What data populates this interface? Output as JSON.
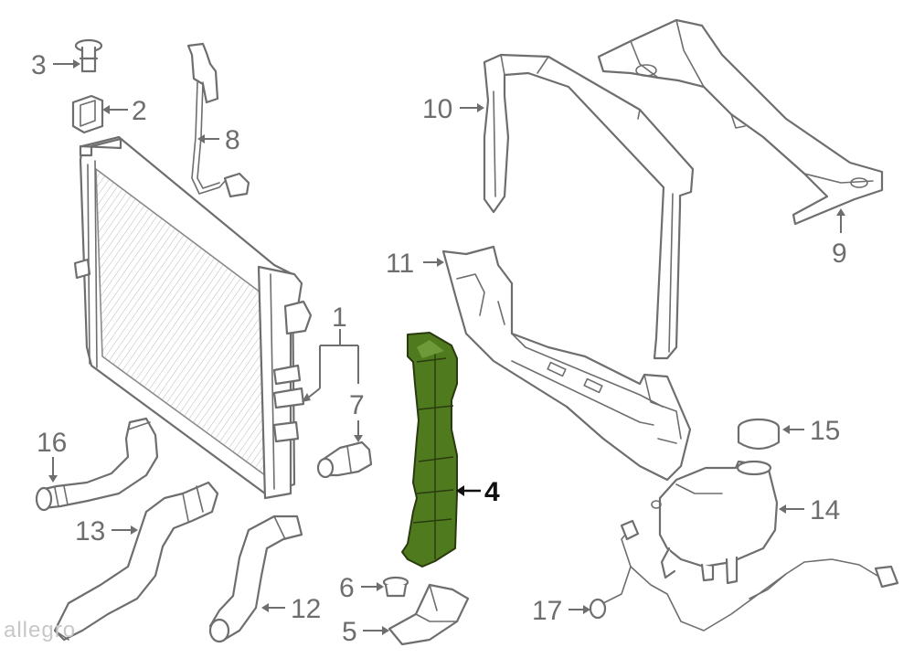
{
  "diagram": {
    "highlight_color": "#4f7a1e",
    "callouts": [
      {
        "id": "1",
        "label": "1"
      },
      {
        "id": "2",
        "label": "2"
      },
      {
        "id": "3",
        "label": "3"
      },
      {
        "id": "4",
        "label": "4"
      },
      {
        "id": "5",
        "label": "5"
      },
      {
        "id": "6",
        "label": "6"
      },
      {
        "id": "7",
        "label": "7"
      },
      {
        "id": "8",
        "label": "8"
      },
      {
        "id": "9",
        "label": "9"
      },
      {
        "id": "10",
        "label": "10"
      },
      {
        "id": "11",
        "label": "11"
      },
      {
        "id": "12",
        "label": "12"
      },
      {
        "id": "13",
        "label": "13"
      },
      {
        "id": "14",
        "label": "14"
      },
      {
        "id": "15",
        "label": "15"
      },
      {
        "id": "16",
        "label": "16"
      },
      {
        "id": "17",
        "label": "17"
      }
    ]
  },
  "watermark": {
    "text": "allegro"
  }
}
